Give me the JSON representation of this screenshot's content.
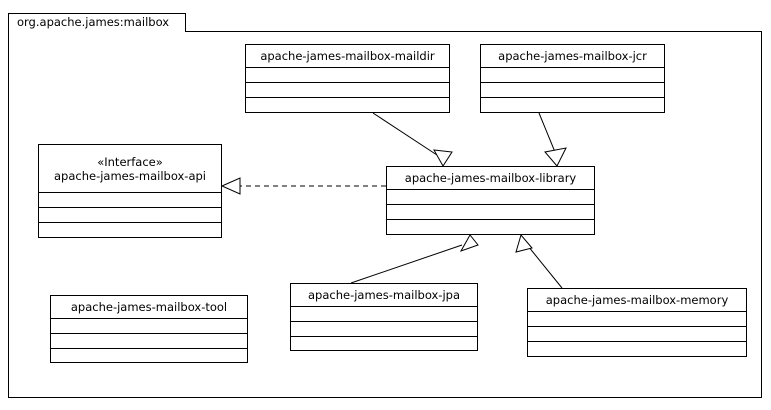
{
  "diagram": {
    "type": "uml-package-diagram",
    "package": {
      "label": "org.apache.james:mailbox"
    },
    "classes": [
      {
        "id": "maildir",
        "name": "apache-james-mailbox-maildir",
        "stereotype": "",
        "compartments": 3
      },
      {
        "id": "jcr",
        "name": "apache-james-mailbox-jcr",
        "stereotype": "",
        "compartments": 3
      },
      {
        "id": "api",
        "name": "apache-james-mailbox-api",
        "stereotype": "«Interface»",
        "compartments": 3
      },
      {
        "id": "library",
        "name": "apache-james-mailbox-library",
        "stereotype": "",
        "compartments": 3
      },
      {
        "id": "tool",
        "name": "apache-james-mailbox-tool",
        "stereotype": "",
        "compartments": 3
      },
      {
        "id": "jpa",
        "name": "apache-james-mailbox-jpa",
        "stereotype": "",
        "compartments": 3
      },
      {
        "id": "memory",
        "name": "apache-james-mailbox-memory",
        "stereotype": "",
        "compartments": 3
      }
    ],
    "relations": [
      {
        "from": "maildir",
        "to": "library",
        "kind": "generalization",
        "style": "solid"
      },
      {
        "from": "jcr",
        "to": "library",
        "kind": "generalization",
        "style": "solid"
      },
      {
        "from": "library",
        "to": "api",
        "kind": "realization",
        "style": "dashed"
      },
      {
        "from": "jpa",
        "to": "library",
        "kind": "generalization",
        "style": "solid"
      },
      {
        "from": "memory",
        "to": "library",
        "kind": "generalization",
        "style": "solid"
      }
    ],
    "colors": {
      "stroke": "#000000",
      "fill": "#ffffff"
    }
  }
}
